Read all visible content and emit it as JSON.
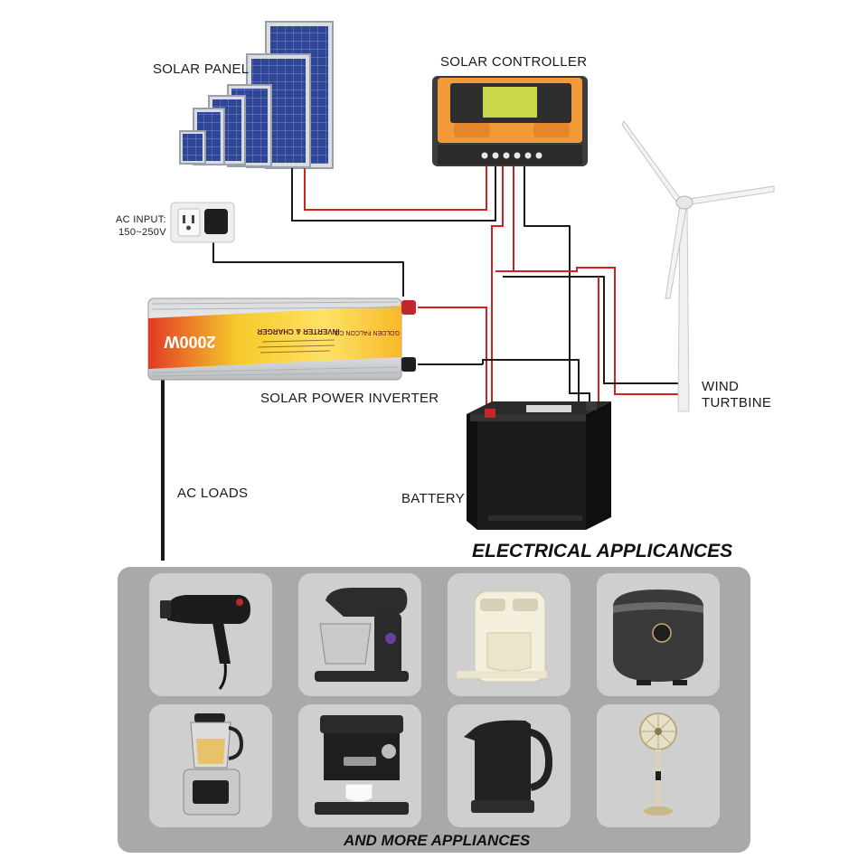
{
  "labels": {
    "solar_panel": "SOLAR PANEL",
    "solar_controller": "SOLAR CONTROLLER",
    "ac_input_line1": "AC INPUT:",
    "ac_input_line2": "150~250V",
    "solar_power_inverter": "SOLAR POWER INVERTER",
    "wind_line1": "WIND",
    "wind_line2": "TURTBINE",
    "ac_loads": "AC LOADS",
    "battery": "BATTERY"
  },
  "inverter_face": {
    "power": "2000W",
    "title": "INVERTER & CHARGER",
    "brand": "GOLDEN FALCON CO."
  },
  "section": {
    "title": "ELECTRICAL APPLICANCES",
    "footer": "AND MORE APPLIANCES"
  },
  "appliances": [
    "hair-dryer",
    "stand-mixer",
    "water-dispenser",
    "rice-cooker",
    "blender",
    "espresso-machine",
    "electric-kettle",
    "standing-fan"
  ],
  "colors": {
    "positive_wire": "#d42020",
    "negative_wire": "#1a1a1a",
    "controller_body": "#f29a3a",
    "controller_screen": "#c8d84a",
    "panel_blue": "#2d3f8f",
    "appliance_bg": "#a9a9a9"
  }
}
